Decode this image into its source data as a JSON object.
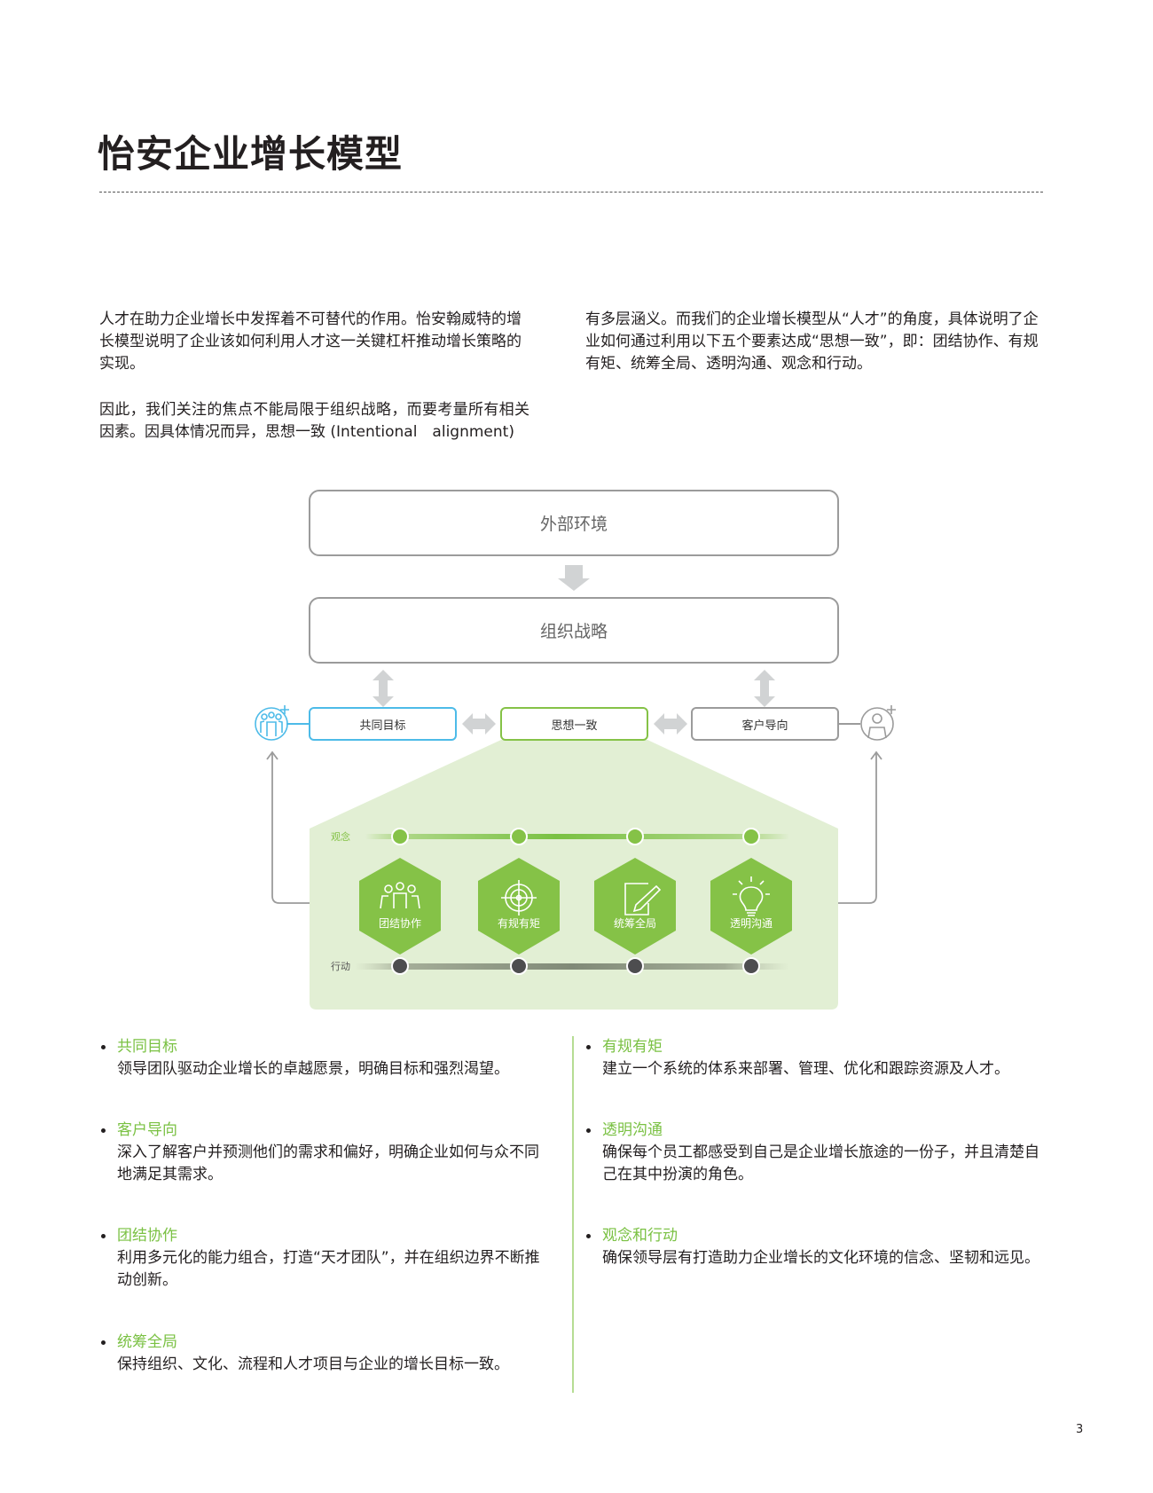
{
  "page": {
    "title": "怡安企业增长模型",
    "page_number": "3"
  },
  "intro": {
    "left": [
      "人才在助力企业增长中发挥着不可替代的作用。怡安翰威特的增长模型说明了企业该如何利用人才这一关键杠杆推动增长策略的实现。",
      "因此，我们关注的焦点不能局限于组织战略，而要考量所有相关因素。因具体情况而异，思想一致 (Intentional　alignment)"
    ],
    "right": [
      "有多层涵义。而我们的企业增长模型从“人才”的角度，具体说明了企业如何通过利用以下五个要素达成“思想一致”，即：团结协作、有规有矩、统筹全局、透明沟通、观念和行动。"
    ]
  },
  "diagram": {
    "external_box": "外部环境",
    "strategy_box": "组织战略",
    "row": {
      "left": "共同目标",
      "center": "思想一致",
      "right": "客户导向"
    },
    "left_icon": "team-add-icon",
    "right_icon": "user-add-icon",
    "belief_label": "观念",
    "action_label": "行动",
    "hexes": [
      {
        "label": "团结协作",
        "icon": "team-icon"
      },
      {
        "label": "有规有矩",
        "icon": "target-icon"
      },
      {
        "label": "统筹全局",
        "icon": "edit-document-icon"
      },
      {
        "label": "透明沟通",
        "icon": "lightbulb-icon"
      }
    ],
    "colors": {
      "green": "#85c247",
      "light_green": "#e2efd4",
      "blue": "#4dbbe8",
      "gray": "#9b9b9b",
      "arrow_gray": "#d1d3d4",
      "dark_dot": "#4d4d4f"
    }
  },
  "bullets": {
    "left": [
      {
        "head": "共同目标",
        "body": "领导团队驱动企业增长的卓越愿景，明确目标和强烈渴望。"
      },
      {
        "head": "客户导向",
        "body": "深入了解客户并预测他们的需求和偏好，明确企业如何与众不同地满足其需求。"
      },
      {
        "head": "团结协作",
        "body": "利用多元化的能力组合，打造“天才团队”，并在组织边界不断推动创新。"
      },
      {
        "head": "统筹全局",
        "body": "保持组织、文化、流程和人才项目与企业的增长目标一致。"
      }
    ],
    "right": [
      {
        "head": "有规有矩",
        "body": "建立一个系统的体系来部署、管理、优化和跟踪资源及人才。"
      },
      {
        "head": "透明沟通",
        "body": "确保每个员工都感受到自己是企业增长旅途的一份子，并且清楚自己在其中扮演的角色。"
      },
      {
        "head": "观念和行动",
        "body": "确保领导层有打造助力企业增长的文化环境的信念、坚韧和远见。"
      }
    ]
  }
}
